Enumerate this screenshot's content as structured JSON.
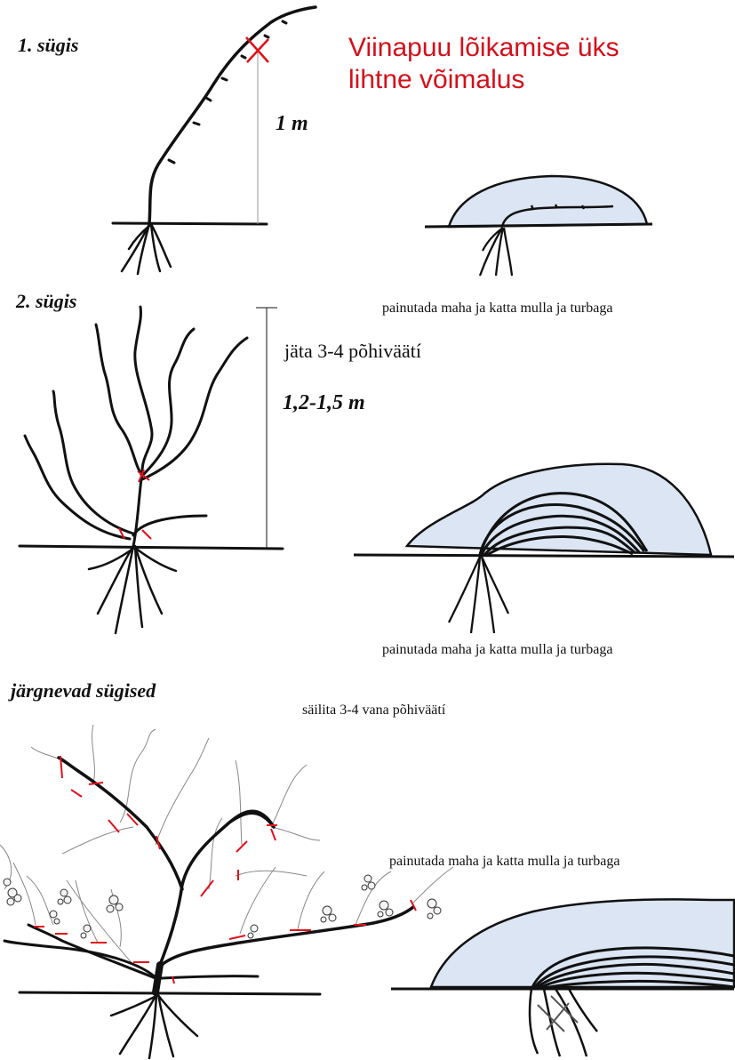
{
  "title": "Viinapuu lõikamise üks lihtne võimalus",
  "colors": {
    "title": "#d4101a",
    "stroke": "#111111",
    "cut_mark": "#e0101a",
    "mound_fill": "#dbe5f3",
    "thin_line": "#888888"
  },
  "stages": [
    {
      "label": "1. sügis",
      "measure": "1 m",
      "note": "painutada maha ja katta mulla ja turbaga"
    },
    {
      "label": "2. sügis",
      "instruction": "jäta 3-4 põhiväätí",
      "measure": "1,2-1,5 m",
      "note": "painutada maha ja katta mulla ja turbaga"
    },
    {
      "label": "järgnevad sügised",
      "instruction": "säilita 3-4 vana põhiväätí",
      "note": "painutada maha ja katta mulla ja turbaga"
    }
  ]
}
